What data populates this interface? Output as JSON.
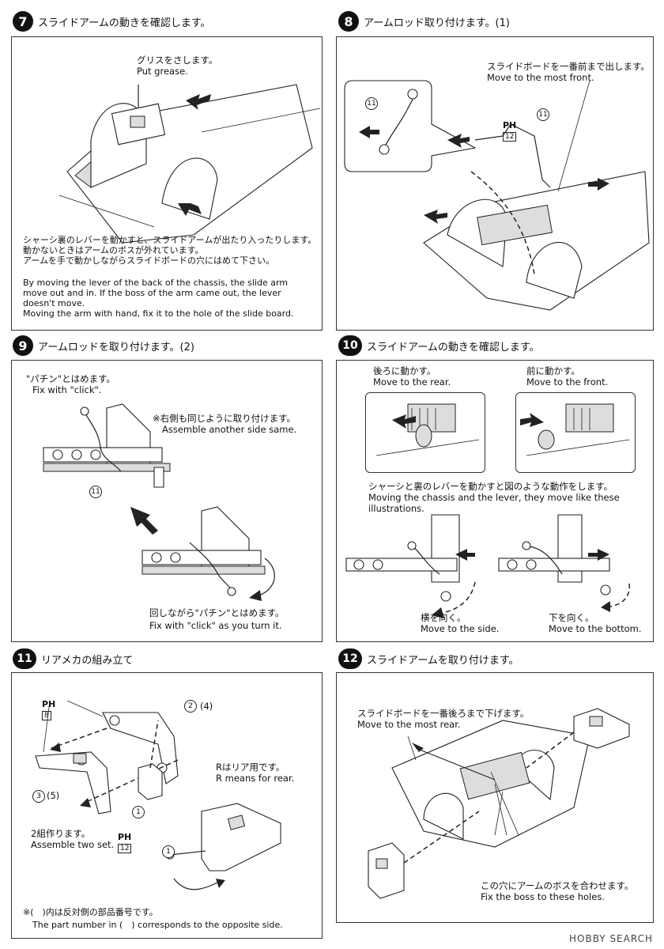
{
  "step7": {
    "number": "7",
    "title": "スライドアームの動きを確認します。",
    "grease_jp": "グリスをさします。",
    "grease_en": "Put grease.",
    "desc_jp": "シャーシ裏のレバーを動かすと、スライドアームが出たり入ったりします。\n動かないときはアームのボスが外れています。\nアームを手で動かしながらスライドボードの穴にはめて下さい。",
    "desc_en": "By moving the lever of the back of the chassis, the slide arm\nmove out and in. If the boss of the arm came out, the lever\ndoesn't move.\nMoving the arm with hand, fix it to the hole of the slide board."
  },
  "step8": {
    "number": "8",
    "title": "アームロッド取り付けます。(1)",
    "note_jp": "スライドボードを一番前まで出します。",
    "note_en": "Move to the most front.",
    "part_ref": "11",
    "runner": "PH",
    "runner_num": "12"
  },
  "step9": {
    "number": "9",
    "title": "アームロッドを取り付けます。(2)",
    "click_jp": "\"パチン\"とはめます。",
    "click_en": "Fix with \"click\".",
    "other_jp": "※右側も同じように取り付けます。",
    "other_en": "Assemble another side same.",
    "part_ref": "11",
    "turn_jp": "回しながら\"パチン\"とはめます。",
    "turn_en": "Fix with \"click\" as you turn it."
  },
  "step10": {
    "number": "10",
    "title": "スライドアームの動きを確認します。",
    "rear_jp": "後ろに動かす。",
    "rear_en": "Move to the rear.",
    "front_jp": "前に動かす。",
    "front_en": "Move to the front.",
    "desc_jp": "シャーシと裏のレバーを動かすと図のような動作をします。",
    "desc_en": "Moving the chassis and the lever, they move like these\nillustrations.",
    "side_jp": "横を向く。",
    "side_en": "Move to the side.",
    "bottom_jp": "下を向く。",
    "bottom_en": "Move to the bottom."
  },
  "step11": {
    "number": "11",
    "title": "リアメカの組み立て",
    "runner_a": "PH",
    "runner_a_num": "8",
    "runner_b": "PH",
    "runner_b_num": "12",
    "part2": "2",
    "part4": "(4)",
    "part3": "3",
    "part5": "(5)",
    "part1": "1",
    "rear_jp": "Rはリア用です。",
    "rear_en": "R means for rear.",
    "two_jp": "2組作ります。",
    "two_en": "Assemble two set.",
    "note_jp": "※(　)内は反対側の部品番号です。",
    "note_en": "The part number in (　) corresponds to the opposite side."
  },
  "step12": {
    "number": "12",
    "title": "スライドアームを取り付けます。",
    "rear_jp": "スライドボードを一番後ろまで下げます。",
    "rear_en": "Move to the most rear.",
    "holes_jp": "この穴にアームのボスを合わせます。",
    "holes_en": "Fix the boss to these holes."
  },
  "watermark": "HOBBY SEARCH"
}
